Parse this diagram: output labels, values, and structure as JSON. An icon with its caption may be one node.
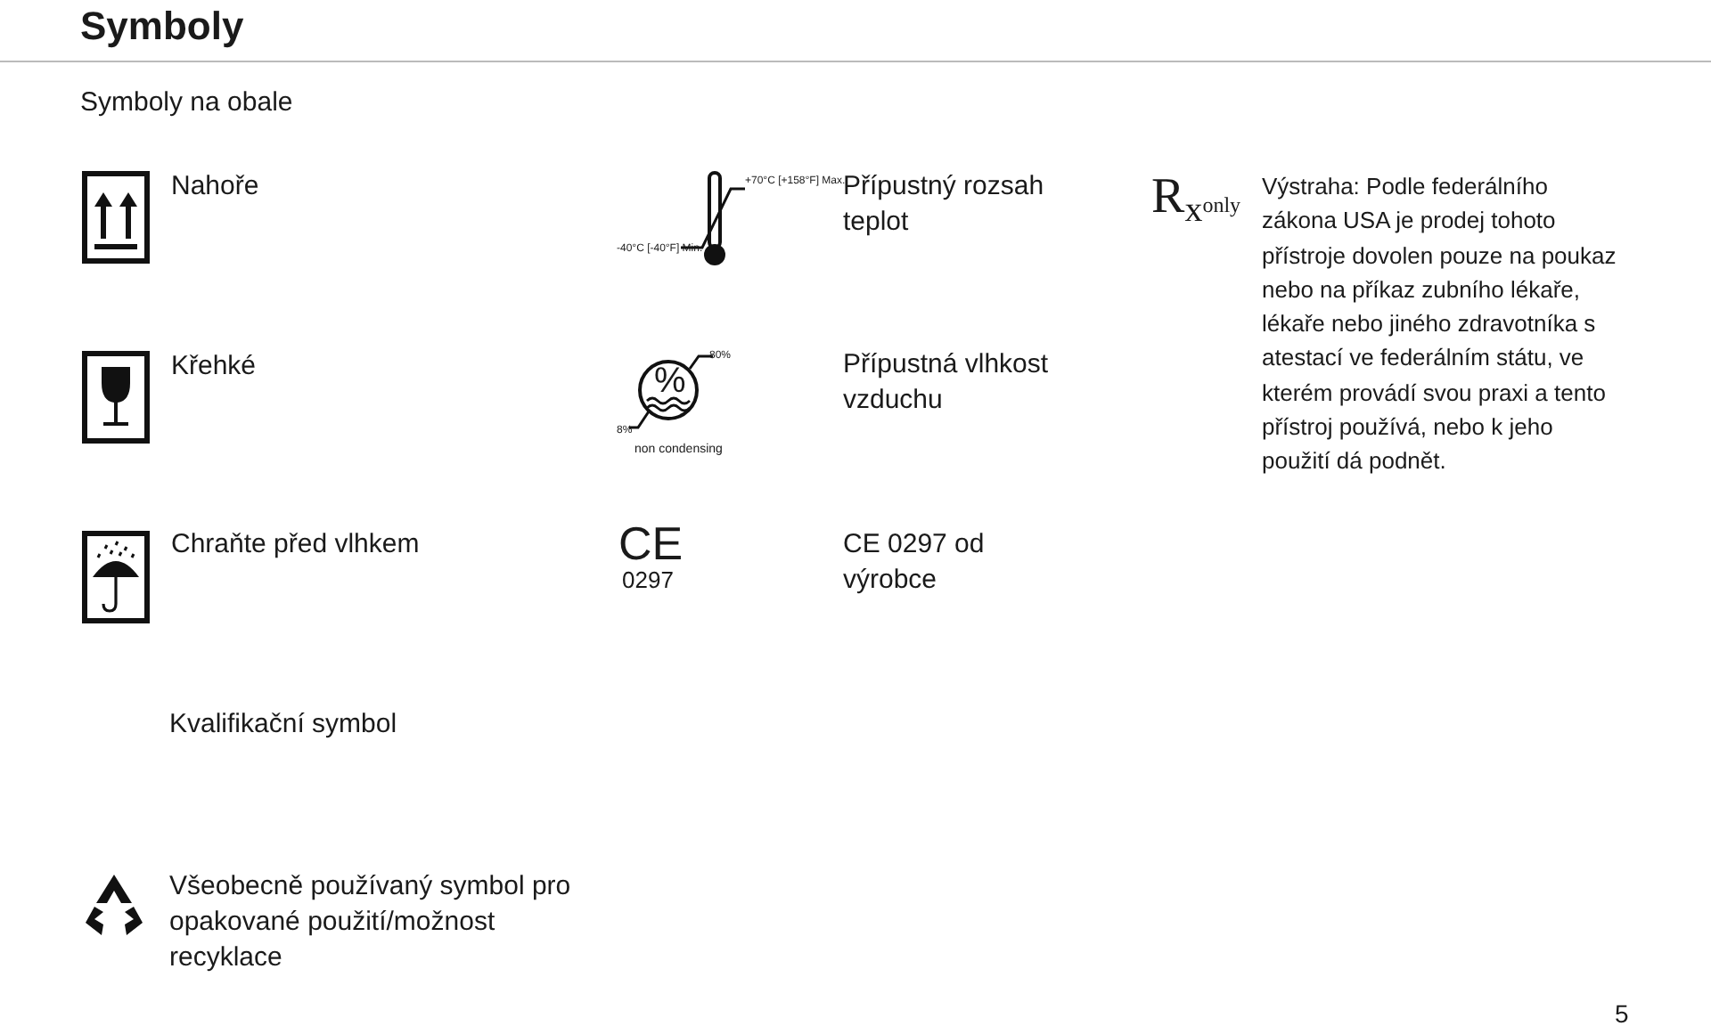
{
  "diagram": {
    "title": "Symboly",
    "labels": [
      "Symboly na obale",
      "Nahoře",
      "+70°C [+158°F] Max.",
      "-40°C [-40°F] Min.",
      "Přípustný rozsah teplot",
      "R$_{x}$only",
      "Výstraha: Podle federálního zákona USA je prodej tohoto přístroje dovolen pouze na poukaz nebo na příkaz zubního lékaře, lékaře nebo jiného zdravotníka s atestací ve federálním státu, ve kterém provádí svou praxi a tento přístroj používá, nebo k jeho použití dá podnět.",
      "Křehké",
      "80%",
      "%",
      "8%",
      "non condensing",
      "Přípustná vlhkost vzduchu",
      "Chraňte před vlhkem",
      "CE",
      "0297",
      "CE 0297 od výrobce",
      "Kvalifikační symbol",
      "Všeobecně používaný symbol pro opakované použití/možnost recyklace",
      "5"
    ]
  }
}
